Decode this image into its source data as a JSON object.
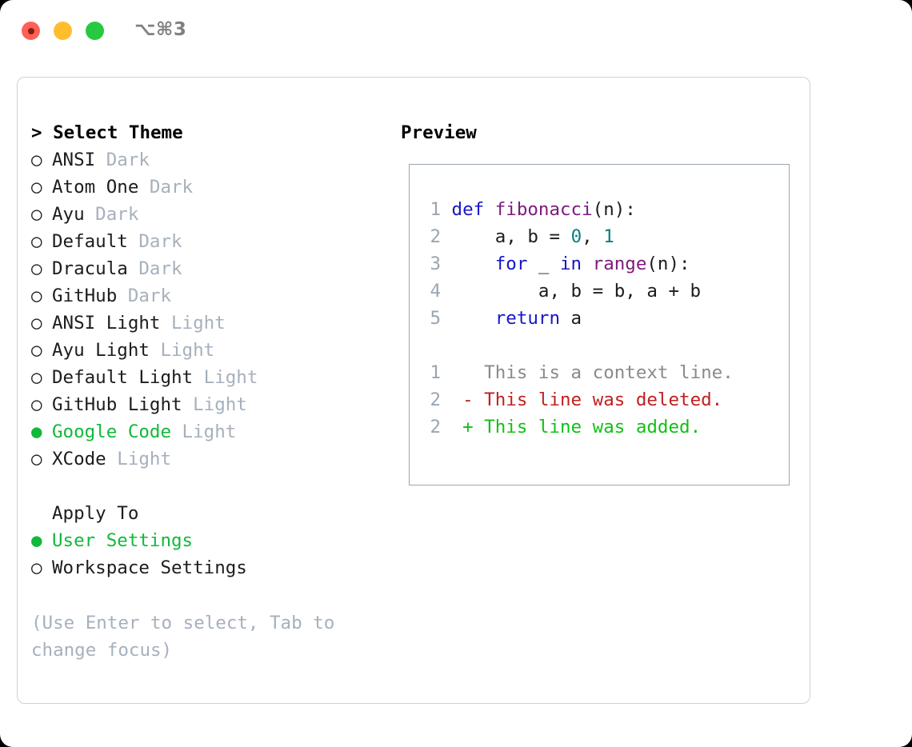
{
  "window": {
    "shortcut": "⌥⌘3",
    "traffic_lights": [
      {
        "name": "close",
        "color": "#ff6159"
      },
      {
        "name": "minimize",
        "color": "#ffbd2e"
      },
      {
        "name": "maximize",
        "color": "#26c940"
      }
    ]
  },
  "colors": {
    "accent_green": "#12b83a",
    "muted": "#a6b0bd",
    "text": "#1c1c1e",
    "panel_border": "#ccd2da",
    "preview_border": "#9aa5b1",
    "keyword": "#1616c7",
    "function": "#7d1a7d",
    "number": "#0b7d7d",
    "diff_context": "#8a8a8a",
    "diff_deleted": "#c02020",
    "diff_added": "#12c014"
  },
  "theme_picker": {
    "header": "> Select Theme",
    "marker_selected": "●",
    "marker_unselected": "○",
    "items": [
      {
        "name": "ANSI",
        "variant": "Dark",
        "selected": false
      },
      {
        "name": "Atom One",
        "variant": "Dark",
        "selected": false
      },
      {
        "name": "Ayu",
        "variant": "Dark",
        "selected": false
      },
      {
        "name": "Default",
        "variant": "Dark",
        "selected": false
      },
      {
        "name": "Dracula",
        "variant": "Dark",
        "selected": false
      },
      {
        "name": "GitHub",
        "variant": "Dark",
        "selected": false
      },
      {
        "name": "ANSI Light",
        "variant": "Light",
        "selected": false
      },
      {
        "name": "Ayu Light",
        "variant": "Light",
        "selected": false
      },
      {
        "name": "Default Light",
        "variant": "Light",
        "selected": false
      },
      {
        "name": "GitHub Light",
        "variant": "Light",
        "selected": false
      },
      {
        "name": "Google Code",
        "variant": "Light",
        "selected": true
      },
      {
        "name": "XCode",
        "variant": "Light",
        "selected": false
      }
    ]
  },
  "apply_to": {
    "title": "Apply To",
    "options": [
      {
        "label": "User Settings",
        "selected": true
      },
      {
        "label": "Workspace Settings",
        "selected": false
      }
    ]
  },
  "hint": "(Use Enter to select, Tab to change focus)",
  "preview": {
    "title": "Preview",
    "code_lines": [
      {
        "num": "1",
        "tokens": [
          {
            "t": "def",
            "c": "kw"
          },
          {
            "t": " ",
            "c": "pl"
          },
          {
            "t": "fibonacci",
            "c": "fn"
          },
          {
            "t": "(n):",
            "c": "pl"
          }
        ]
      },
      {
        "num": "2",
        "tokens": [
          {
            "t": "    a, b = ",
            "c": "pl"
          },
          {
            "t": "0",
            "c": "num"
          },
          {
            "t": ", ",
            "c": "pl"
          },
          {
            "t": "1",
            "c": "num"
          }
        ]
      },
      {
        "num": "3",
        "tokens": [
          {
            "t": "    ",
            "c": "pl"
          },
          {
            "t": "for",
            "c": "kw"
          },
          {
            "t": " _ ",
            "c": "pl"
          },
          {
            "t": "in",
            "c": "kw"
          },
          {
            "t": " ",
            "c": "pl"
          },
          {
            "t": "range",
            "c": "fn"
          },
          {
            "t": "(n):",
            "c": "pl"
          }
        ]
      },
      {
        "num": "4",
        "tokens": [
          {
            "t": "        a, b = b, a + b",
            "c": "pl"
          }
        ]
      },
      {
        "num": "5",
        "tokens": [
          {
            "t": "    ",
            "c": "pl"
          },
          {
            "t": "return",
            "c": "kw"
          },
          {
            "t": " a",
            "c": "pl"
          }
        ]
      }
    ],
    "diff_lines": [
      {
        "num": "1",
        "text": "  This is a context line.",
        "kind": "ctx"
      },
      {
        "num": "2",
        "text": "- This line was deleted.",
        "kind": "del"
      },
      {
        "num": "2",
        "text": "+ This line was added.",
        "kind": "add"
      }
    ]
  }
}
